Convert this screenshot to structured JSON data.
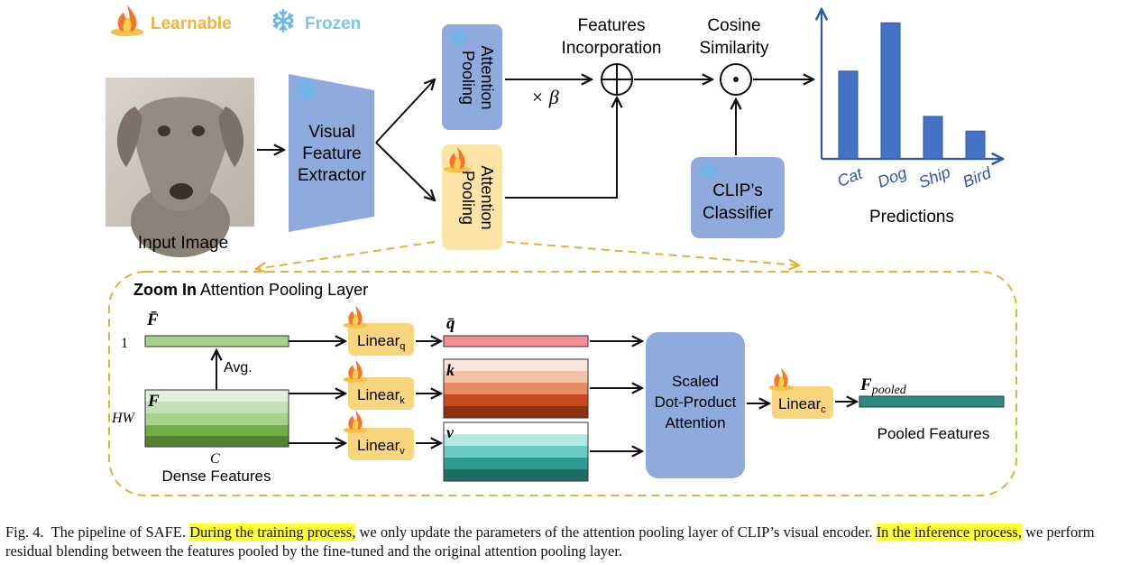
{
  "legend": {
    "learnable": "Learnable",
    "frozen": "Frozen"
  },
  "input_image": {
    "label": "Input Image"
  },
  "visual_extractor": {
    "line1": "Visual",
    "line2": "Feature",
    "line3": "Extractor"
  },
  "attn_frozen": {
    "line1": "Attention",
    "line2": "Pooling"
  },
  "attn_learnable": {
    "line1": "Attention",
    "line2": "Pooling"
  },
  "beta_label": "× β",
  "features_incorporation": {
    "line1": "Features",
    "line2": "Incorporation"
  },
  "cosine": {
    "line1": "Cosine",
    "line2": "Similarity"
  },
  "clip_classifier": {
    "line1": "CLIP’s",
    "line2": "Classifier"
  },
  "predictions": {
    "title": "Predictions",
    "chart_data": {
      "type": "bar",
      "categories": [
        "Cat",
        "Dog",
        "Ship",
        "Bird"
      ],
      "values": [
        0.6,
        0.93,
        0.29,
        0.19
      ],
      "title": "Predictions",
      "xlabel": "",
      "ylabel": "",
      "ylim": [
        0,
        1
      ],
      "bar_color": "#4472c4",
      "label_color": "#2f57a7"
    }
  },
  "zoom": {
    "title_bold": "Zoom In",
    "title_rest": " Attention Pooling Layer",
    "fbar": "F̄",
    "one": "1",
    "avg": "Avg.",
    "f": "F",
    "hw": "HW",
    "c": "C",
    "dense": "Dense Features",
    "linear_q": "Linear",
    "sub_q": "q",
    "linear_k": "Linear",
    "sub_k": "k",
    "linear_v": "Linear",
    "sub_v": "v",
    "qbar": "q̄",
    "k": "k",
    "v": "v",
    "sdpa": {
      "line1": "Scaled",
      "line2": "Dot-Product",
      "line3": "Attention"
    },
    "linear_c": "Linear",
    "sub_c": "c",
    "fpooled": "F",
    "fpooled_sub": "pooled",
    "pooled_label": "Pooled Features"
  },
  "caption": {
    "prefix": "Fig. 4.",
    "part1": "  The pipeline of SAFE. ",
    "hl1": "During the training process,",
    "part2": " we only update the parameters of the attention pooling layer of CLIP’s visual encoder. ",
    "hl2": "In the inference process,",
    "part3": " we perform residual blending between the features pooled by the fine-tuned and the original attention pooling layer."
  },
  "colors": {
    "frozen_box": "#8faadc",
    "learnable_box": "#fbe5a6",
    "frozen_text": "#7ec5ec",
    "learnable_text": "#f2b33d",
    "dashed": "#e7b03b",
    "green_bar": "#a9d18e",
    "q_bar": "#f08f94",
    "pooled_bar": "#2e8b84",
    "linear_box": "#f9d57e"
  }
}
